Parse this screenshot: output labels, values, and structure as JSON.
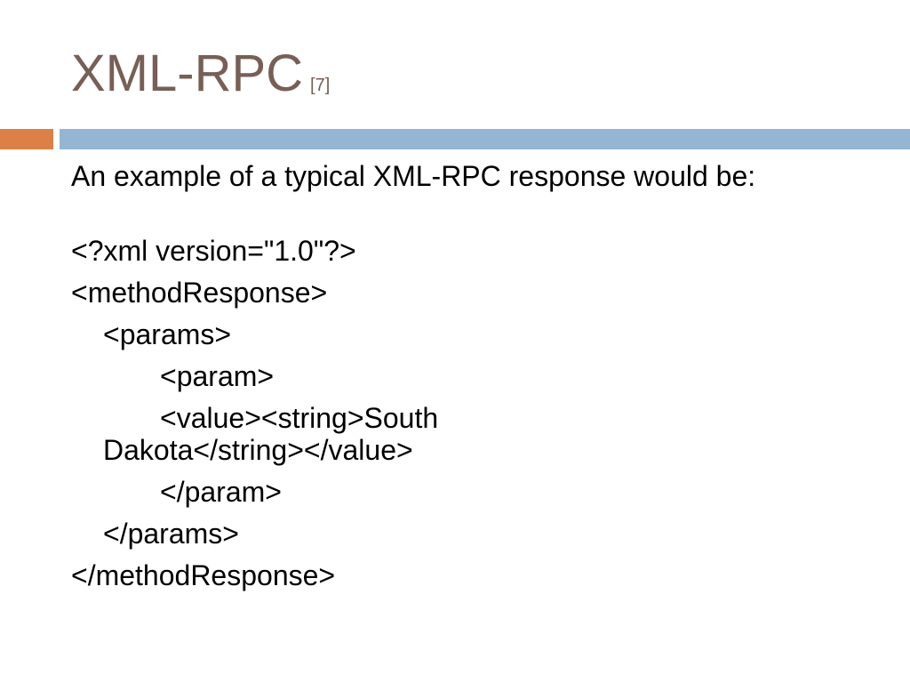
{
  "slide": {
    "title": "XML-RPC",
    "title_ref": "[7]",
    "intro": "An example of a typical XML-RPC response would be:",
    "code": {
      "line1": "<?xml version=\"1.0\"?>",
      "line2": "<methodResponse>",
      "line3": "<params>",
      "line4": "<param>",
      "line5a": "<value><string>South",
      "line5b": "Dakota</string></value>",
      "line6": "</param>",
      "line7": "</params>",
      "line8": "</methodResponse>"
    }
  },
  "colors": {
    "title": "#775f55",
    "accent_bar": "#dd8047",
    "main_bar": "#94b6d2"
  }
}
